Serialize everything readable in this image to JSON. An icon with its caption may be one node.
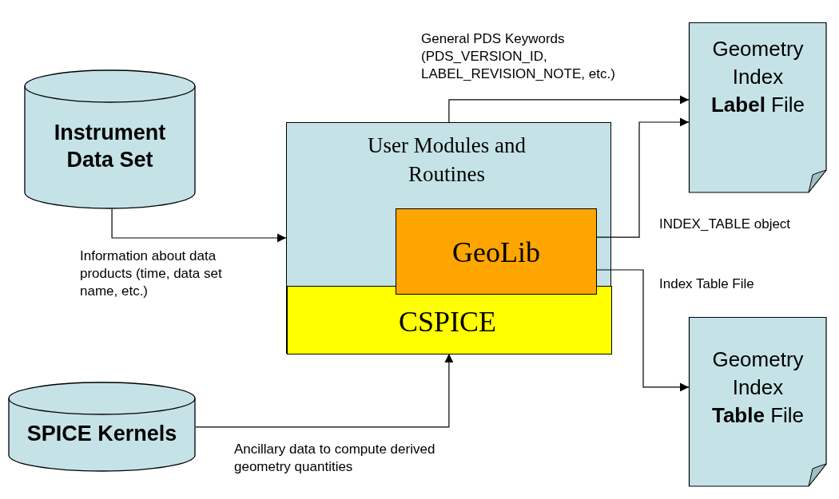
{
  "diagram": {
    "nodes": [
      {
        "text": [
          "Instrument Data Set"
        ]
      },
      {
        "text": [
          "User Modules and Routines"
        ]
      },
      {
        "text": [
          "GeoLib"
        ],
        "in": 1
      },
      {
        "text": [
          "CSPICE"
        ],
        "in": 1
      },
      {
        "text": [
          "Geometry Index **Label** File"
        ]
      },
      {
        "text": [
          "Geometry Index **Table** File"
        ]
      },
      {
        "text": [
          "SPICE Kernels"
        ]
      }
    ],
    "edges": [
      {
        "from": 0,
        "to": 1,
        "arrow": "to",
        "label": "Information about data products (time, data set name, etc.)"
      },
      {
        "from": 1,
        "to": 4,
        "arrow": "to",
        "label": "General PDS Keywords (PDS_VERSION_ID, LABEL_REVISION_NOTE, etc.)"
      },
      {
        "from": 2,
        "to": 4,
        "arrow": "to",
        "label": "INDEX_TABLE object"
      },
      {
        "from": 2,
        "to": 5,
        "arrow": "to",
        "label": "Index Table File"
      },
      {
        "from": 6,
        "to": 3,
        "arrow": "to",
        "label": "Ancillary data to compute derived geometry quantities"
      }
    ]
  }
}
